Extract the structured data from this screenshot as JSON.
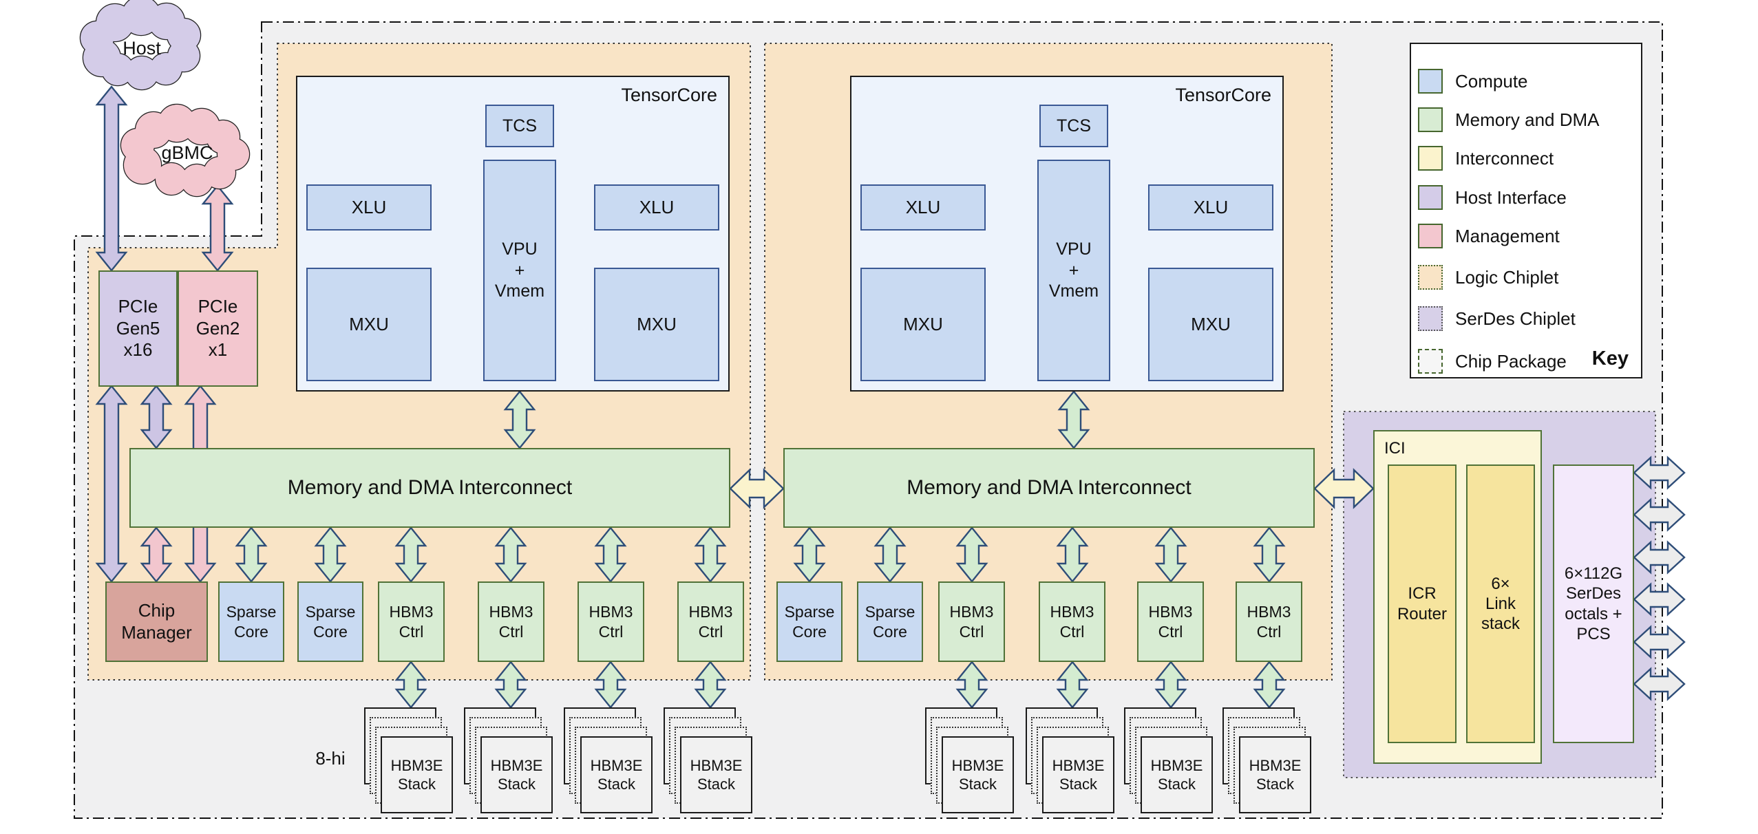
{
  "palette": {
    "compute_fill": "#c9daf2",
    "compute_border": "#3a5894",
    "compute_bg": "#edf3fc",
    "memory_fill": "#d8ecd3",
    "green_border": "#507237",
    "host_fill": "#d4cce8",
    "management_fill": "#f3c7cf",
    "manager_fill": "#d8a49c",
    "interconnect_arrow": "#fbf3cd",
    "interconnect_box": "#f6e49e",
    "interconnect_bg": "#fbf6d8",
    "serdes_box": "#f3e9fb",
    "serdes_chiplet": "#d7d0e8",
    "logic_chiplet": "#f9e4c6",
    "package_fill": "#f0f0f1",
    "stack_fill": "#f1f1f1",
    "arrow_outline": "#2e4d78",
    "grey_arrow": "#ececec",
    "host_arrow": "#cdc5e4",
    "management_arrow": "#f2c6ce",
    "memory_arrow": "#d4ecd1",
    "dark_border": "#1a1a1a"
  },
  "clouds": {
    "host": "Host",
    "gbmc": "gBMC"
  },
  "pcie_gen5": [
    "PCIe",
    "Gen5",
    "x16"
  ],
  "pcie_gen2": [
    "PCIe",
    "Gen2",
    "x1"
  ],
  "tensorcore": {
    "label": "TensorCore",
    "tcs": "TCS",
    "vpu": [
      "VPU",
      "+",
      "Vmem"
    ],
    "xlu": "XLU",
    "mxu": "MXU"
  },
  "interconnect": "Memory and DMA Interconnect",
  "chip_manager": [
    "Chip",
    "Manager"
  ],
  "sparse_core": [
    "Sparse",
    "Core"
  ],
  "hbm3_ctrl": [
    "HBM3",
    "Ctrl"
  ],
  "hbm3e_stack": [
    "HBM3E",
    "Stack"
  ],
  "stack_height": "8-hi",
  "ici": {
    "label": "ICI",
    "icr_router": [
      "ICR",
      "Router"
    ],
    "link_stack": [
      "6×",
      "Link",
      "stack"
    ]
  },
  "serdes_octals": [
    "6×112G",
    "SerDes",
    "octals +",
    "PCS"
  ],
  "key": {
    "title": "Key",
    "items": [
      {
        "label": "Compute",
        "swatch": "compute"
      },
      {
        "label": "Memory and DMA",
        "swatch": "memory"
      },
      {
        "label": "Interconnect",
        "swatch": "interconnect"
      },
      {
        "label": "Host Interface",
        "swatch": "host"
      },
      {
        "label": "Management",
        "swatch": "management"
      },
      {
        "label": "Logic Chiplet",
        "swatch": "logic"
      },
      {
        "label": "SerDes Chiplet",
        "swatch": "serdes"
      },
      {
        "label": "Chip Package",
        "swatch": "package"
      }
    ]
  }
}
